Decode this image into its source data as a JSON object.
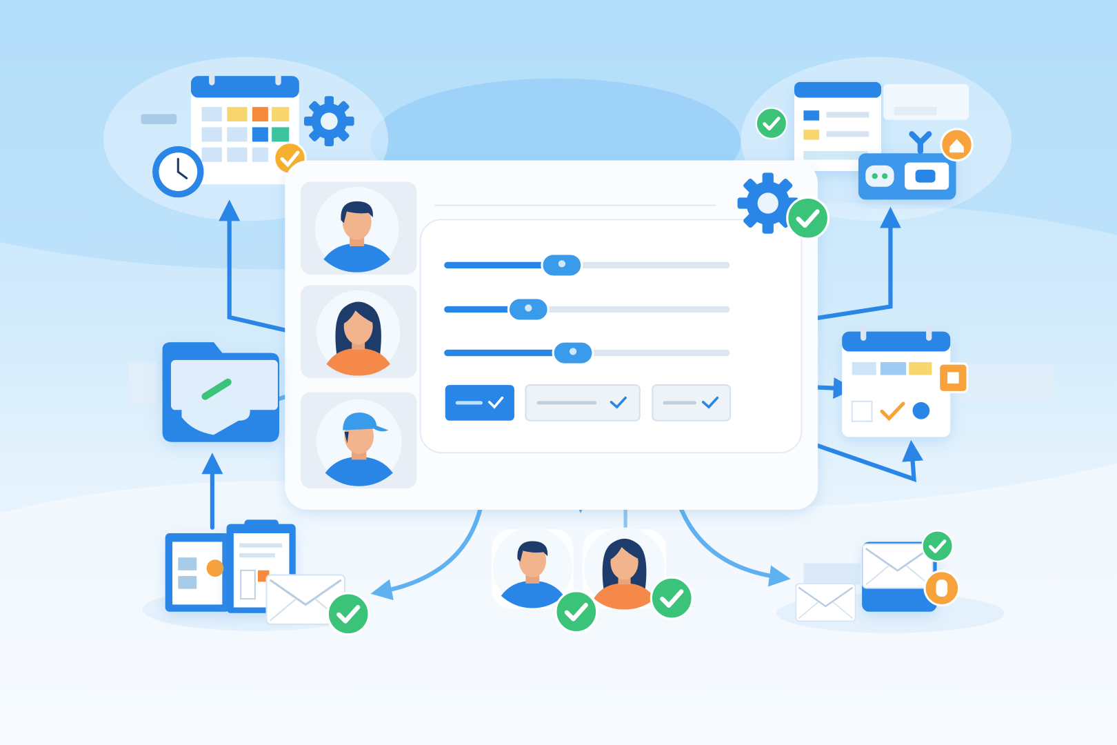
{
  "colors": {
    "primary_blue": "#2a86e6",
    "light_blue": "#bfe3fa",
    "success_green": "#3cc37a",
    "accent_orange": "#f7a23b",
    "panel_white": "#ffffff",
    "track_gray": "#dbe6f1"
  },
  "main_panel": {
    "sliders": [
      {
        "value": 0.41
      },
      {
        "value": 0.29
      },
      {
        "value": 0.45
      }
    ],
    "option_buttons": [
      {
        "state": "selected",
        "icon": "check-icon"
      },
      {
        "state": "unselected",
        "icon": "check-icon"
      },
      {
        "state": "unselected",
        "icon": "check-icon"
      }
    ],
    "profiles": [
      {
        "icon": "man-avatar-icon"
      },
      {
        "icon": "woman-avatar-icon"
      },
      {
        "icon": "man-cap-avatar-icon"
      }
    ],
    "settings_icon": "gear-check-icon"
  },
  "icons": [
    "calendar-icon",
    "gear-icon",
    "clock-icon",
    "check-badge-icon",
    "folder-handshake-icon",
    "document-icon",
    "envelope-icon",
    "chat-icon",
    "video-icon",
    "home-icon",
    "arrow-icon"
  ]
}
